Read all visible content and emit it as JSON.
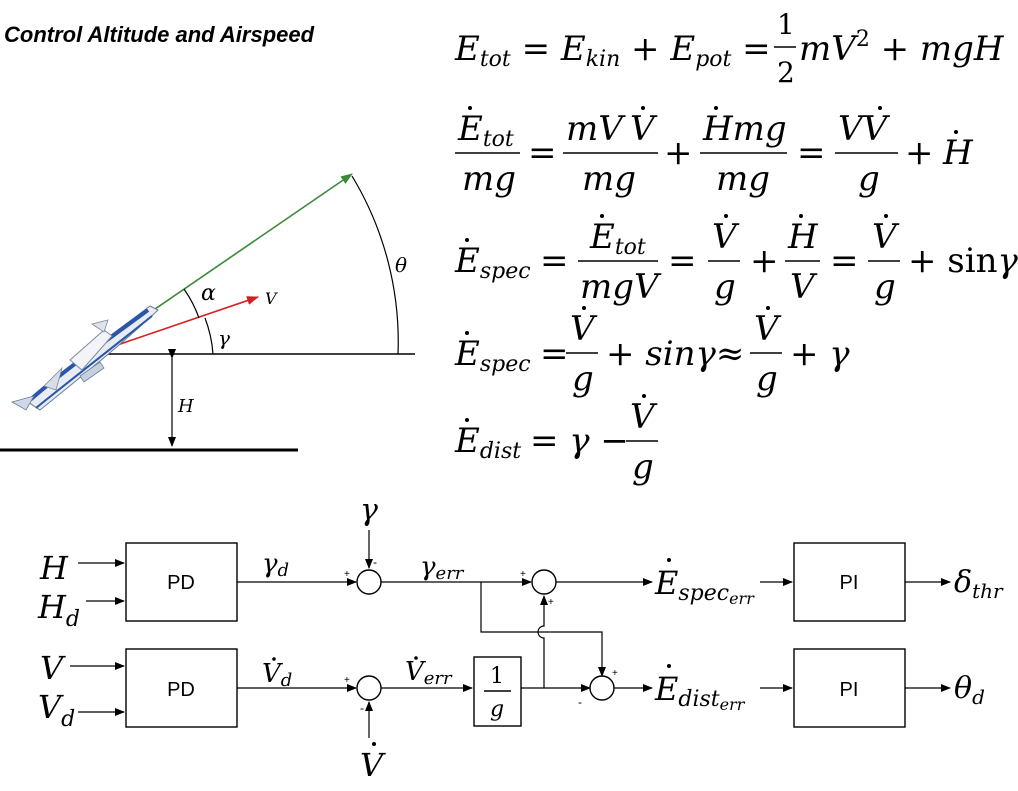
{
  "title": "Control Altitude and Airspeed",
  "colors": {
    "green_vector": "#3a8a3a",
    "red_vector": "#d42020"
  },
  "aircraft_sketch": {
    "labels": {
      "theta": "θ",
      "alpha": "α",
      "gamma": "γ",
      "velocity": "V",
      "altitude": "H"
    }
  },
  "equations": {
    "eq1": {
      "e": "E",
      "tot": "tot",
      "kin": "kin",
      "pot": "pot",
      "half_num": "1",
      "half_den": "2",
      "m": "m",
      "V": "V",
      "sq": "2",
      "mgH": "mgH"
    },
    "eq2": {
      "E": "E",
      "tot": "tot",
      "mg": "mg",
      "mVVdot": "mV",
      "Hdot": "H",
      "g": "g"
    },
    "eq3": {
      "spec": "spec",
      "mgV": "mgV",
      "sin": "sin",
      "gamma": "γ"
    },
    "eq4": {
      "sin_text": "sinγ",
      "approx": "≈"
    },
    "eq5": {
      "dist": "dist"
    }
  },
  "block_diagram": {
    "blocks": {
      "pd_top": "PD",
      "pd_bottom": "PD",
      "pi_top": "PI",
      "pi_bottom": "PI",
      "gain_num": "1",
      "gain_den": "g"
    },
    "inputs": {
      "H": "H",
      "H_d": "H",
      "d": "d",
      "V": "V",
      "V_d": "V"
    },
    "signals": {
      "gamma": "γ",
      "gamma_d": "γ",
      "d_sub": "d",
      "gamma_err": "γ",
      "err_sub": "err",
      "V_dot": "V",
      "V_err": "V",
      "E_spec_err": "E",
      "spec_err_sub": "spec",
      "err_sub2": "err",
      "E_dist_err": "E",
      "dist_err_sub": "dist"
    },
    "outputs": {
      "delta": "δ",
      "thr": "thr",
      "theta": "θ",
      "d": "d"
    },
    "signs": {
      "plus": "+",
      "minus": "-"
    }
  }
}
